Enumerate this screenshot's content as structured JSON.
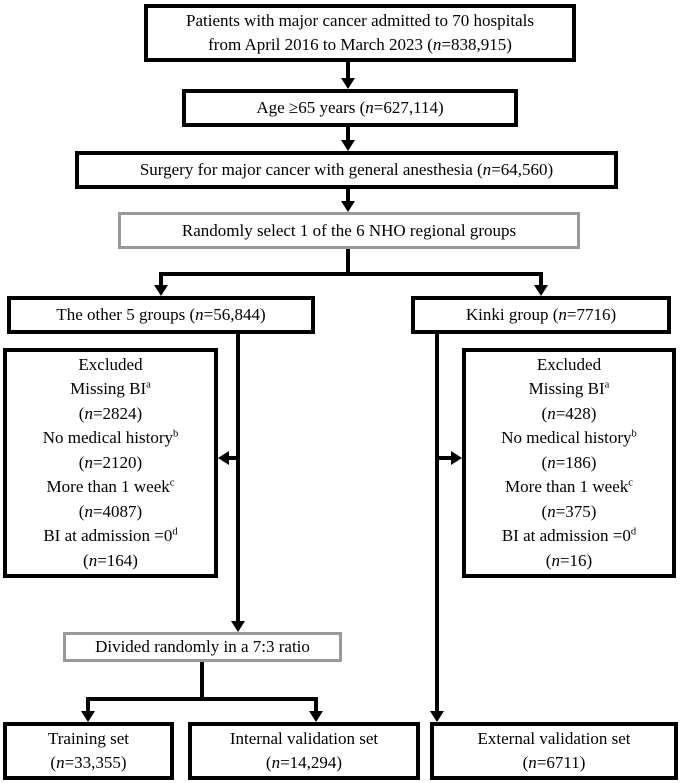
{
  "figure": {
    "name": "Patient selection flow diagram",
    "background": "#ffffff",
    "line_color": "#000000",
    "highlight_border_color": "#999999",
    "text_color": "#000000"
  },
  "boxes": {
    "patients": {
      "lines": [
        [
          {
            "t": "Patients with major cancer admitted to 70 hospitals"
          }
        ],
        [
          {
            "t": "from April 2016 to March 2023 ("
          },
          {
            "t": "n",
            "i": true
          },
          {
            "t": "=838,915)"
          }
        ]
      ]
    },
    "age": {
      "lines": [
        [
          {
            "t": "Age ≥65 years ("
          },
          {
            "t": "n",
            "i": true
          },
          {
            "t": "=627,114)"
          }
        ]
      ]
    },
    "surgery": {
      "lines": [
        [
          {
            "t": "Surgery for major cancer with general anesthesia ("
          },
          {
            "t": "n",
            "i": true
          },
          {
            "t": "=64,560)"
          }
        ]
      ]
    },
    "random_select": {
      "lines": [
        [
          {
            "t": "Randomly select 1 of the 6 NHO regional groups"
          }
        ]
      ]
    },
    "other_groups": {
      "lines": [
        [
          {
            "t": "The other 5 groups ("
          },
          {
            "t": "n",
            "i": true
          },
          {
            "t": "=56,844)"
          }
        ]
      ]
    },
    "kinki_group": {
      "lines": [
        [
          {
            "t": "Kinki group ("
          },
          {
            "t": "n",
            "i": true
          },
          {
            "t": "=7716)"
          }
        ]
      ]
    },
    "excluded_derivation": {
      "lines": [
        [
          {
            "t": "Excluded"
          }
        ],
        [
          {
            "t": "Missing BI"
          },
          {
            "t": "a",
            "s": true
          }
        ],
        [
          {
            "t": "("
          },
          {
            "t": "n",
            "i": true
          },
          {
            "t": "=2824)"
          }
        ],
        [
          {
            "t": "No medical history"
          },
          {
            "t": "b",
            "s": true
          }
        ],
        [
          {
            "t": "("
          },
          {
            "t": "n",
            "i": true
          },
          {
            "t": "=2120)"
          }
        ],
        [
          {
            "t": "More than 1 week"
          },
          {
            "t": "c",
            "s": true
          }
        ],
        [
          {
            "t": "("
          },
          {
            "t": "n",
            "i": true
          },
          {
            "t": "=4087)"
          }
        ],
        [
          {
            "t": "BI at admission =0"
          },
          {
            "t": "d",
            "s": true
          }
        ],
        [
          {
            "t": "("
          },
          {
            "t": "n",
            "i": true
          },
          {
            "t": "=164)"
          }
        ]
      ]
    },
    "excluded_external": {
      "lines": [
        [
          {
            "t": "Excluded"
          }
        ],
        [
          {
            "t": "Missing BI"
          },
          {
            "t": "a",
            "s": true
          }
        ],
        [
          {
            "t": "("
          },
          {
            "t": "n",
            "i": true
          },
          {
            "t": "=428)"
          }
        ],
        [
          {
            "t": "No medical history"
          },
          {
            "t": "b",
            "s": true
          }
        ],
        [
          {
            "t": "("
          },
          {
            "t": "n",
            "i": true
          },
          {
            "t": "=186)"
          }
        ],
        [
          {
            "t": "More than 1 week"
          },
          {
            "t": "c",
            "s": true
          }
        ],
        [
          {
            "t": "("
          },
          {
            "t": "n",
            "i": true
          },
          {
            "t": "=375)"
          }
        ],
        [
          {
            "t": "BI at admission =0"
          },
          {
            "t": "d",
            "s": true
          }
        ],
        [
          {
            "t": "("
          },
          {
            "t": "n",
            "i": true
          },
          {
            "t": "=16)"
          }
        ]
      ]
    },
    "divided": {
      "lines": [
        [
          {
            "t": "Divided randomly in a 7:3 ratio"
          }
        ]
      ]
    },
    "training_set": {
      "lines": [
        [
          {
            "t": "Training set"
          }
        ],
        [
          {
            "t": "("
          },
          {
            "t": "n",
            "i": true
          },
          {
            "t": "=33,355)"
          }
        ]
      ]
    },
    "internal_validation_set": {
      "lines": [
        [
          {
            "t": "Internal validation set"
          }
        ],
        [
          {
            "t": "("
          },
          {
            "t": "n",
            "i": true
          },
          {
            "t": "=14,294)"
          }
        ]
      ]
    },
    "external_validation_set": {
      "lines": [
        [
          {
            "t": "External validation set"
          }
        ],
        [
          {
            "t": "("
          },
          {
            "t": "n",
            "i": true
          },
          {
            "t": "=6711)"
          }
        ]
      ]
    }
  }
}
